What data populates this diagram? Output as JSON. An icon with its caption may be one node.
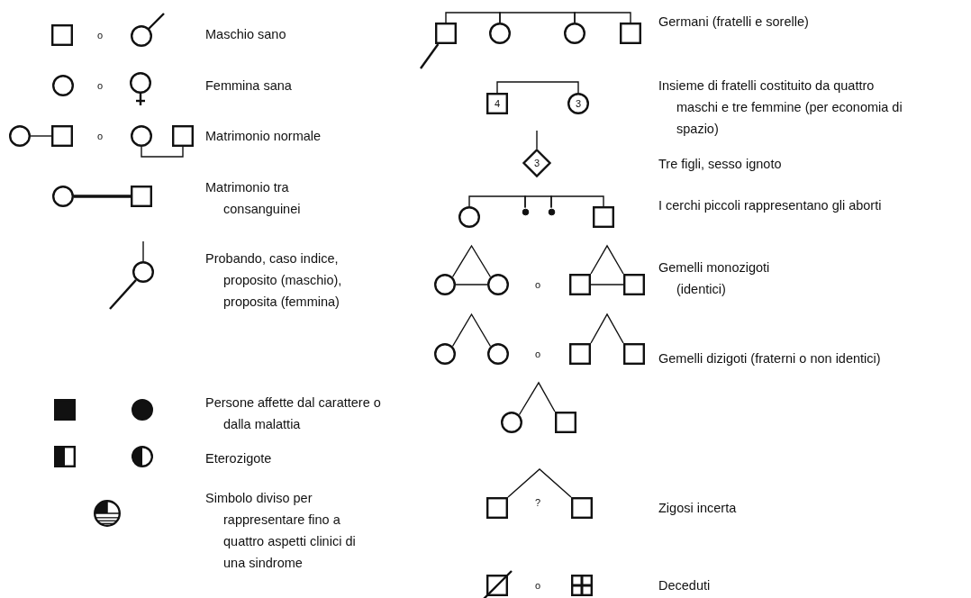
{
  "diagram": {
    "nodes": [
      {
        "text": [],
        "shape": "box"
      },
      {
        "text": [],
        "shape": "circle"
      },
      {
        "text": [],
        "shape": "circle"
      },
      {
        "text": [],
        "shape": "circle"
      },
      {
        "text": [],
        "shape": "circle"
      },
      {
        "text": [],
        "shape": "box"
      },
      {
        "text": [],
        "shape": "circle"
      },
      {
        "text": [],
        "shape": "box"
      },
      {
        "text": [],
        "shape": "circle"
      },
      {
        "text": [],
        "shape": "box"
      },
      {
        "text": [],
        "shape": "circle"
      },
      {
        "text": [],
        "shape": "box"
      },
      {
        "text": [],
        "shape": "circle"
      },
      {
        "text": [],
        "shape": "box"
      },
      {
        "text": [],
        "shape": "circle"
      },
      {
        "text": [],
        "shape": "circle"
      },
      {
        "text": [],
        "shape": "box"
      },
      {
        "text": [],
        "shape": "circle"
      },
      {
        "text": [],
        "shape": "circle"
      },
      {
        "text": [],
        "shape": "box"
      },
      {
        "text": [
          "4"
        ]
      },
      {
        "text": [
          "3"
        ]
      },
      {
        "text": [
          "3"
        ]
      },
      {
        "text": [],
        "shape": "circle"
      },
      {
        "text": [],
        "shape": "circle"
      },
      {
        "text": [],
        "shape": "circle"
      },
      {
        "text": [],
        "shape": "box"
      },
      {
        "text": [],
        "shape": "circle"
      },
      {
        "text": [],
        "shape": "circle"
      },
      {
        "text": [],
        "shape": "box"
      },
      {
        "text": [],
        "shape": "box"
      },
      {
        "text": [],
        "shape": "circle"
      },
      {
        "text": [],
        "shape": "circle"
      },
      {
        "text": [],
        "shape": "box"
      },
      {
        "text": [],
        "shape": "box"
      },
      {
        "text": [],
        "shape": "circle"
      },
      {
        "text": [],
        "shape": "box"
      },
      {
        "text": [],
        "shape": "box"
      },
      {
        "text": [],
        "shape": "box"
      },
      {
        "text": [],
        "shape": "box"
      },
      {
        "text": [],
        "shape": "box"
      }
    ],
    "edges": [
      {
        "from": 4,
        "to": 5,
        "arrow": "none"
      },
      {
        "from": 6,
        "to": 7,
        "arrow": "none"
      },
      {
        "from": 8,
        "to": 9,
        "arrow": "none",
        "style": "thick"
      },
      {
        "from": null,
        "to": 10,
        "arrow": "none"
      },
      {
        "from": null,
        "to": 10,
        "arrow": "none"
      },
      {
        "from": null,
        "to": 16,
        "arrow": "none"
      },
      {
        "from": 16,
        "to": 17,
        "arrow": "none"
      },
      {
        "from": 17,
        "to": 18,
        "arrow": "none"
      },
      {
        "from": 18,
        "to": 19,
        "arrow": "none"
      },
      {
        "from": 20,
        "to": 21,
        "arrow": "none"
      },
      {
        "from": null,
        "to": 22,
        "arrow": "none"
      },
      {
        "from": 23,
        "to": 24,
        "arrow": "none"
      },
      {
        "from": 24,
        "to": 25,
        "arrow": "none"
      },
      {
        "from": 25,
        "to": 26,
        "arrow": "none"
      },
      {
        "from": 27,
        "to": 28,
        "arrow": "none"
      },
      {
        "from": 27,
        "to": 28,
        "arrow": "none"
      },
      {
        "from": 29,
        "to": 30,
        "arrow": "none"
      },
      {
        "from": 29,
        "to": 30,
        "arrow": "none"
      },
      {
        "from": 31,
        "to": 32,
        "arrow": "none"
      },
      {
        "from": 33,
        "to": 34,
        "arrow": "none"
      },
      {
        "from": 35,
        "to": 36,
        "arrow": "none"
      },
      {
        "from": 37,
        "to": 38,
        "arrow": "none"
      }
    ],
    "labels": [
      "o",
      "Maschio sano",
      "o",
      "Femmina sana",
      "o",
      "Matrimonio normale",
      "Matrimonio tra consanguinei",
      "Probando, caso indice, proposito (maschio), proposita (femmina)",
      "Persone affette dal carattere o dalla malattia",
      "Eterozigote",
      "Simbolo diviso per rappresentare fino a quattro aspetti clinici di una sindrome",
      "Germani (fratelli e sorelle)",
      "Insieme di fratelli costituito da quattro maschi e tre femmine (per economia di spazio)",
      "Tre figli, sesso ignoto",
      "I cerchi piccoli rappresentano gli aborti",
      "o",
      "Gemelli monozigoti (identici)",
      "o",
      "Gemelli dizigoti (fraterni o non identici)",
      "?",
      "Zigosi incerta",
      "o",
      "Deceduti"
    ]
  }
}
